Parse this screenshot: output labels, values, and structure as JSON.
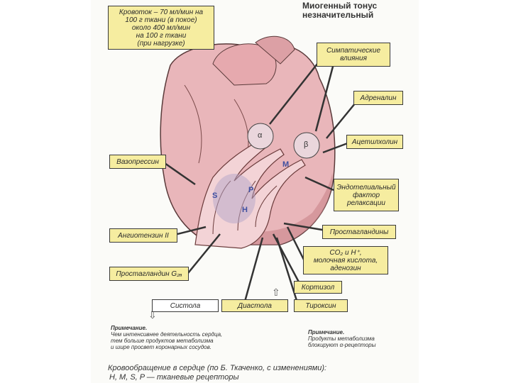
{
  "title": {
    "line1": "Миогенный тонус",
    "line2": "незначительный"
  },
  "blood_flow": {
    "line1": "Кровоток – 70 мл/мин на",
    "line2": "100 г ткани (в покое)",
    "line3": "около 400 мл/мин",
    "line4": "на 100 г ткани",
    "line5": "(при нагрузке)"
  },
  "right_labels": {
    "sympathetic": {
      "line1": "Симпатические",
      "line2": "влияния"
    },
    "adrenaline": "Адреналин",
    "acetylcholine": "Ацетилхолин",
    "endothelial": {
      "line1": "Эндотелиальный",
      "line2": "фактор",
      "line3": "релаксации"
    },
    "prostaglandins": "Простагландины",
    "co2": {
      "line1": "CO₂ и H⁺,",
      "line2": "молочная кислота,",
      "line3": "аденозин"
    },
    "cortisol": "Кортизол",
    "thyroxine": "Тироксин"
  },
  "left_labels": {
    "vasopressin": "Вазопрессин",
    "angiotensin": "Ангиотензин II",
    "prostaglandin_g": "Простагландин G₂ₐ"
  },
  "bottom_labels": {
    "systole": "Систола",
    "diastole": "Диастола"
  },
  "receptors": {
    "alpha": "α",
    "beta": "β",
    "M": "M",
    "S": "S",
    "P": "P",
    "H": "H"
  },
  "note_left": {
    "heading": "Примечание.",
    "line1": "Чем интенсивнее деятельность сердца,",
    "line2": "тем больше продуктов метаболизма",
    "line3": "и шире просвет коронарных сосудов."
  },
  "note_right": {
    "heading": "Примечание.",
    "line1": "Продукты метаболизма",
    "line2": "блокируют α-рецепторы"
  },
  "caption": {
    "line1": "Кровообращение в сердце (по Б. Ткаченко, с изменениями):",
    "line2": "H, M, S, P — тканевые рецепторы"
  },
  "colors": {
    "label_bg": "#f6eda0",
    "heart": "#e9b6ba",
    "vessel": "#f3d3d6",
    "receptor_text": "#3f4fa0"
  }
}
